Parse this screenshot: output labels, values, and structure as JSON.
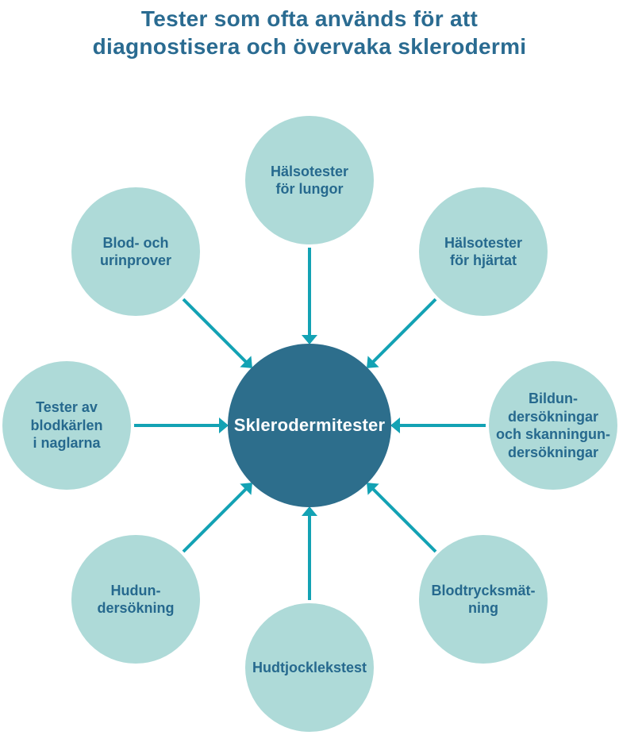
{
  "title": "Tester som ofta används för att\ndiagnostisera och övervaka sklerodermi",
  "diagram": {
    "center": {
      "label": "Sklerodermitester"
    },
    "nodes": [
      {
        "id": "lung-tests",
        "position": "top",
        "label": "Hälsotester\nför lungor"
      },
      {
        "id": "heart-tests",
        "position": "top-right",
        "label": "Hälsotester\nför hjärtat"
      },
      {
        "id": "imaging-scans",
        "position": "right",
        "label": "Bildun-\ndersökningar\noch skanningun-\ndersökningar"
      },
      {
        "id": "blood-pressure",
        "position": "bottom-right",
        "label": "Blodtrycksmät-\nning"
      },
      {
        "id": "skin-thickness",
        "position": "bottom",
        "label": "Hudtjocklekstest"
      },
      {
        "id": "skin-examination",
        "position": "bottom-left",
        "label": "Hudun-\ndersökning"
      },
      {
        "id": "nailfold-vessel-tests",
        "position": "left",
        "label": "Tester av\nblodkärlen\ni naglarna"
      },
      {
        "id": "blood-urine-samples",
        "position": "top-left",
        "label": "Blod- och\nurinprover"
      }
    ]
  },
  "colors": {
    "background": "#ffffff",
    "title_text": "#2a6b91",
    "center_circle_fill": "#2d6e8c",
    "center_circle_text": "#ffffff",
    "node_fill": "#aedad8",
    "node_text": "#26698e",
    "arrow": "#13a2b4"
  }
}
